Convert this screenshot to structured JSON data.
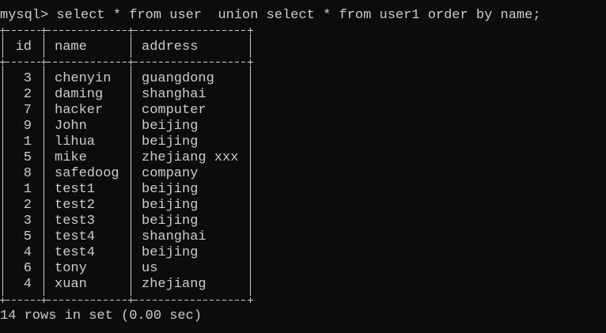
{
  "window": {
    "background": "#0c0c0c",
    "foreground": "#cccccc"
  },
  "prompt": "mysql>",
  "command": " select * from user  union select * from user1 order by name;",
  "columns": [
    "id",
    "name",
    "address"
  ],
  "rows": [
    {
      "id": "3",
      "name": "chenyin",
      "address": "guangdong"
    },
    {
      "id": "2",
      "name": "daming",
      "address": "shanghai"
    },
    {
      "id": "7",
      "name": "hacker",
      "address": "computer"
    },
    {
      "id": "9",
      "name": "John",
      "address": "beijing"
    },
    {
      "id": "1",
      "name": "lihua",
      "address": "beijing"
    },
    {
      "id": "5",
      "name": "mike",
      "address": "zhejiang xxx"
    },
    {
      "id": "8",
      "name": "safedoog",
      "address": "company"
    },
    {
      "id": "1",
      "name": "test1",
      "address": "beijing"
    },
    {
      "id": "2",
      "name": "test2",
      "address": "beijing"
    },
    {
      "id": "3",
      "name": "test3",
      "address": "beijing"
    },
    {
      "id": "5",
      "name": "test4",
      "address": "shanghai"
    },
    {
      "id": "4",
      "name": "test4",
      "address": "beijing"
    },
    {
      "id": "6",
      "name": "tony",
      "address": "us"
    },
    {
      "id": "4",
      "name": "xuan",
      "address": "zhejiang"
    }
  ],
  "result_summary": "14 rows in set (0.00 sec)"
}
